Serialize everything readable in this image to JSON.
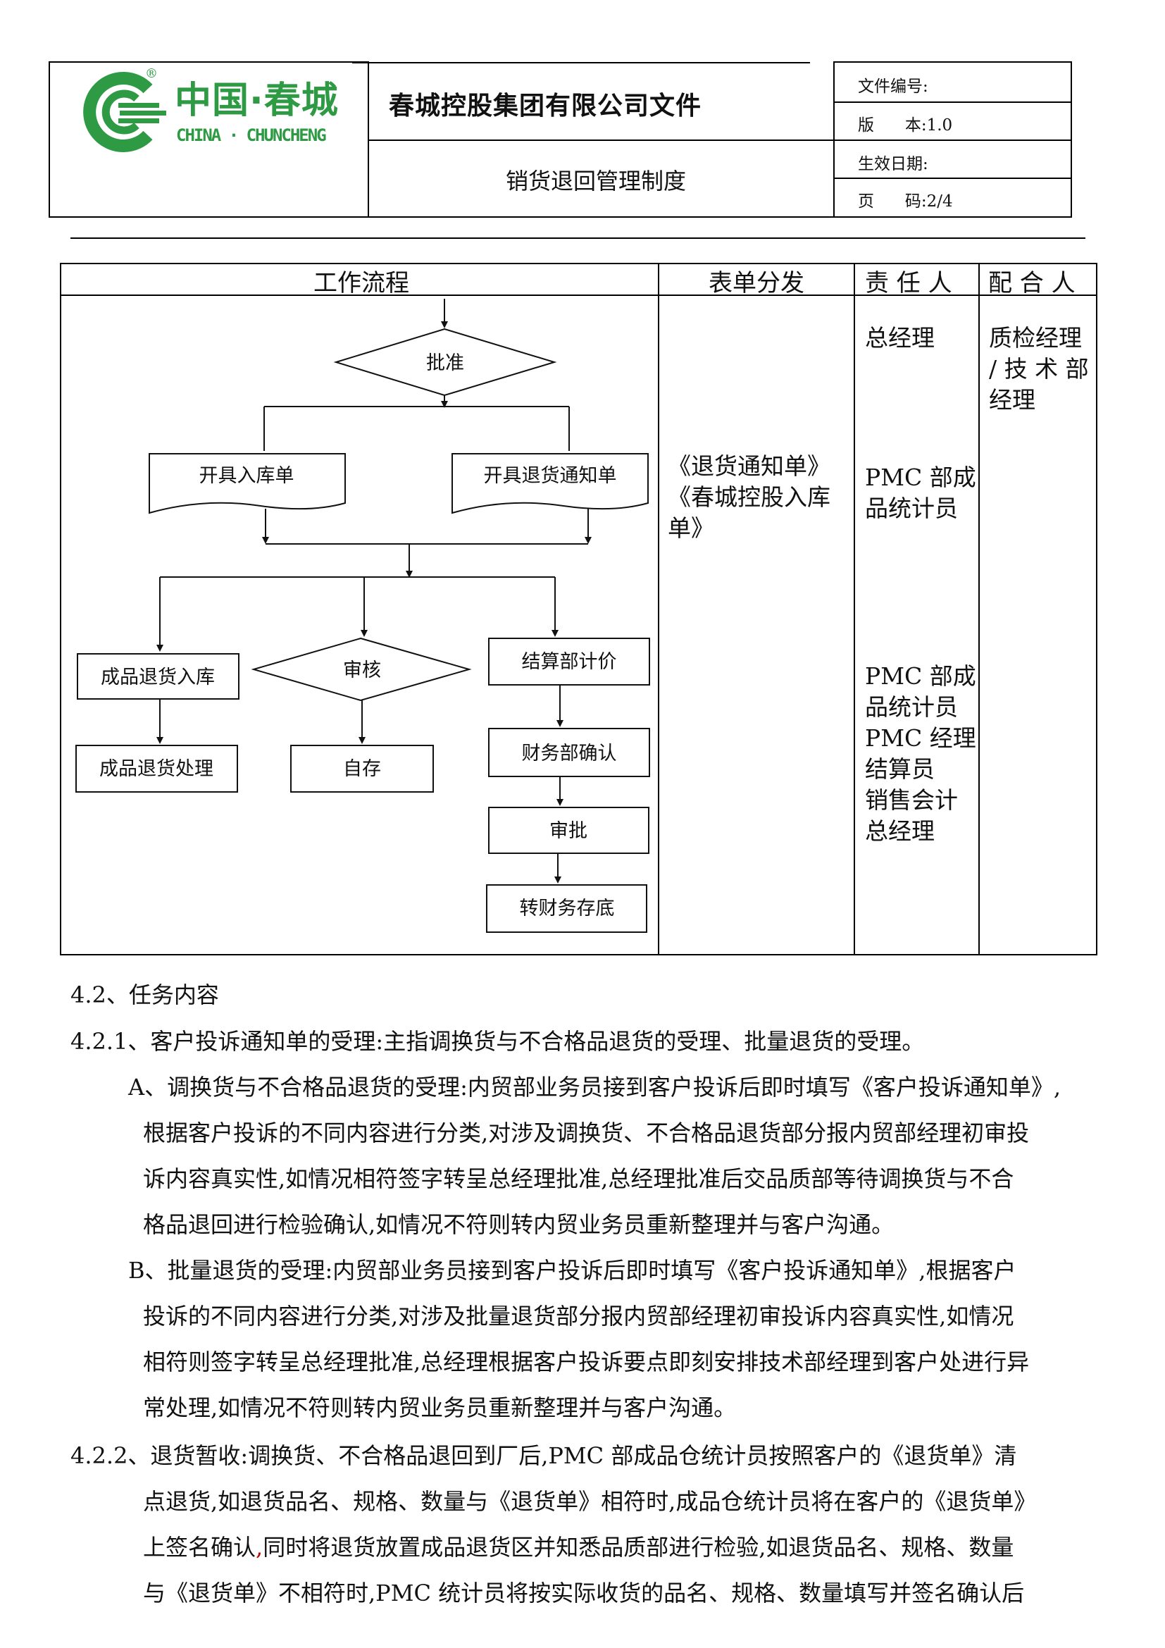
{
  "header": {
    "logo": {
      "cn": "中国·春城",
      "en": "CHINA · CHUNCHENG",
      "reg": "®"
    },
    "company_doc": "春城控股集团有限公司文件",
    "doc_title": "销货退回管理制度",
    "meta": {
      "doc_no_label": "文件编号:",
      "version_label": "版      本:1.0",
      "effective_label": "生效日期:",
      "page_label": "页      码:2/4"
    }
  },
  "table": {
    "headers": [
      "工作流程",
      "表单分发",
      "责 任 人",
      "配 合 人"
    ],
    "forms_col": [
      "《退货通知单》",
      "《春城控股入库",
      "单》"
    ],
    "responsible": {
      "r1": [
        "总经理"
      ],
      "r2": [
        "PMC 部成",
        "品统计员"
      ],
      "r3": [
        "PMC 部成",
        "品统计员",
        "PMC 经理",
        "结算员",
        "销售会计",
        "总经理"
      ]
    },
    "cooperator": [
      "质检经理",
      "/ 技 术 部",
      "经理"
    ]
  },
  "flow": {
    "approve": "批准",
    "inbound": "开具入库单",
    "return_notice": "开具退货通知单",
    "fg_return_in": "成品退货入库",
    "review": "审核",
    "settle_price": "结算部计价",
    "fg_return_handle": "成品退货处理",
    "self_keep": "自存",
    "finance_confirm": "财务部确认",
    "final_approve": "审批",
    "finance_file": "转财务存底"
  },
  "body": {
    "sec_4_2": "4.2、任务内容",
    "sec_4_2_1": "4.2.1、客户投诉通知单的受理:主指调换货与不合格品退货的受理、批量退货的受理。",
    "A_lines": [
      "A、调换货与不合格品退货的受理:内贸部业务员接到客户投诉后即时填写《客户投诉通知单》,",
      "根据客户投诉的不同内容进行分类,对涉及调换货、不合格品退货部分报内贸部经理初审投",
      "诉内容真实性,如情况相符签字转呈总经理批准,总经理批准后交品质部等待调换货与不合",
      "格品退回进行检验确认,如情况不符则转内贸业务员重新整理并与客户沟通。"
    ],
    "B_lines": [
      "B、批量退货的受理:内贸部业务员接到客户投诉后即时填写《客户投诉通知单》,根据客户",
      "投诉的不同内容进行分类,对涉及批量退货部分报内贸部经理初审投诉内容真实性,如情况",
      "相符则签字转呈总经理批准,总经理根据客户投诉要点即刻安排技术部经理到客户处进行异",
      "常处理,如情况不符则转内贸业务员重新整理并与客户沟通。"
    ],
    "sec_4_2_2_lines": [
      "4.2.2、退货暂收:调换货、不合格品退回到厂后,PMC 部成品仓统计员按照客户的《退货单》清",
      "点退货,如退货品名、规格、数量与《退货单》相符时,成品仓统计员将在客户的《退货单》",
      "上签名确认",
      ",",
      "同时将退货放置成品退货区并知悉品质部进行检验,如退货品名、规格、数量",
      "与《退货单》不相符时,PMC 统计员将按实际收货的品名、规格、数量填写并签名确认后"
    ]
  },
  "colors": {
    "logo_green": "#2e9a44",
    "ink": "#111111",
    "red_comma": "#c00000"
  }
}
